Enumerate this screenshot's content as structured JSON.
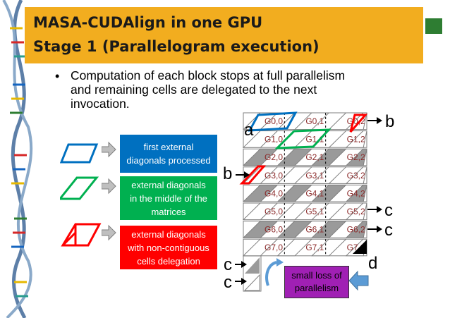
{
  "title": {
    "line1": "MASA-CUDAlign in one GPU",
    "line2": "Stage 1 (Parallelogram execution)"
  },
  "bullet": {
    "line1": "Computation of each block stops at full parallelism",
    "line2": "and remaining cells are delegated to the next",
    "line3": "invocation."
  },
  "legend": [
    {
      "line1": "first external",
      "line2": "diagonals processed",
      "line3": "",
      "color": "#0070c0"
    },
    {
      "line1": "external diagonals",
      "line2": "in the middle of the",
      "line3": "matrices",
      "color": "#00b050"
    },
    {
      "line1": "external diagonals",
      "line2": "with non-contiguous",
      "line3": "cells delegation",
      "color": "#ff0000"
    }
  ],
  "grid": {
    "labels": [
      [
        "G0,0",
        "G0,1",
        "G0,2"
      ],
      [
        "G1,0",
        "G1,1",
        "G1,2"
      ],
      [
        "G2,0",
        "G2,1",
        "G2,2"
      ],
      [
        "G3,0",
        "G3,1",
        "G3,2"
      ],
      [
        "G4,0",
        "G4,1",
        "G4,2"
      ],
      [
        "G5,0",
        "G5,1",
        "G5,2"
      ],
      [
        "G6,0",
        "G6,1",
        "G6,2"
      ],
      [
        "G7,0",
        "G7,1",
        "G7,2"
      ]
    ],
    "row_shading": [
      "white",
      "white",
      "gray",
      "white",
      "gray",
      "white",
      "gray",
      "white"
    ]
  },
  "markers": {
    "a": "a",
    "b_top": "b",
    "b_left": "b",
    "c1": "c",
    "c2": "c",
    "c3": "c",
    "c4": "c",
    "d": "d"
  },
  "loss_note": {
    "line1": "small loss of",
    "line2": "parallelism"
  },
  "colors": {
    "title_bg": "#f2ad1f",
    "blue": "#0070c0",
    "green": "#00b050",
    "red": "#ff0000",
    "purple": "#a020b4",
    "gray": "#9a9a9a"
  }
}
